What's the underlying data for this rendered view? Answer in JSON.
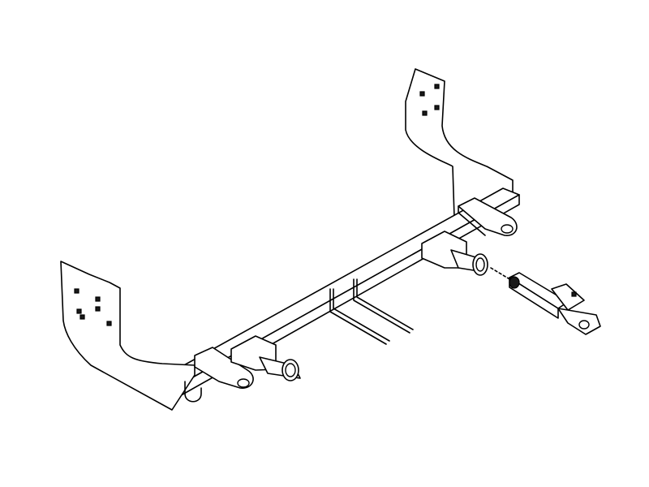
{
  "diagram": {
    "type": "line-drawing",
    "subject": "tow-bar-base-plate-bracket",
    "line_color": "#000000",
    "background_color": "#ffffff",
    "parts": [
      "left-mounting-plate",
      "right-mounting-plate",
      "crossbar",
      "left-receiver-tube",
      "right-receiver-tube",
      "left-safety-cable-tab",
      "right-safety-cable-tab",
      "center-support-bracket",
      "removable-tow-arm-pin"
    ]
  }
}
